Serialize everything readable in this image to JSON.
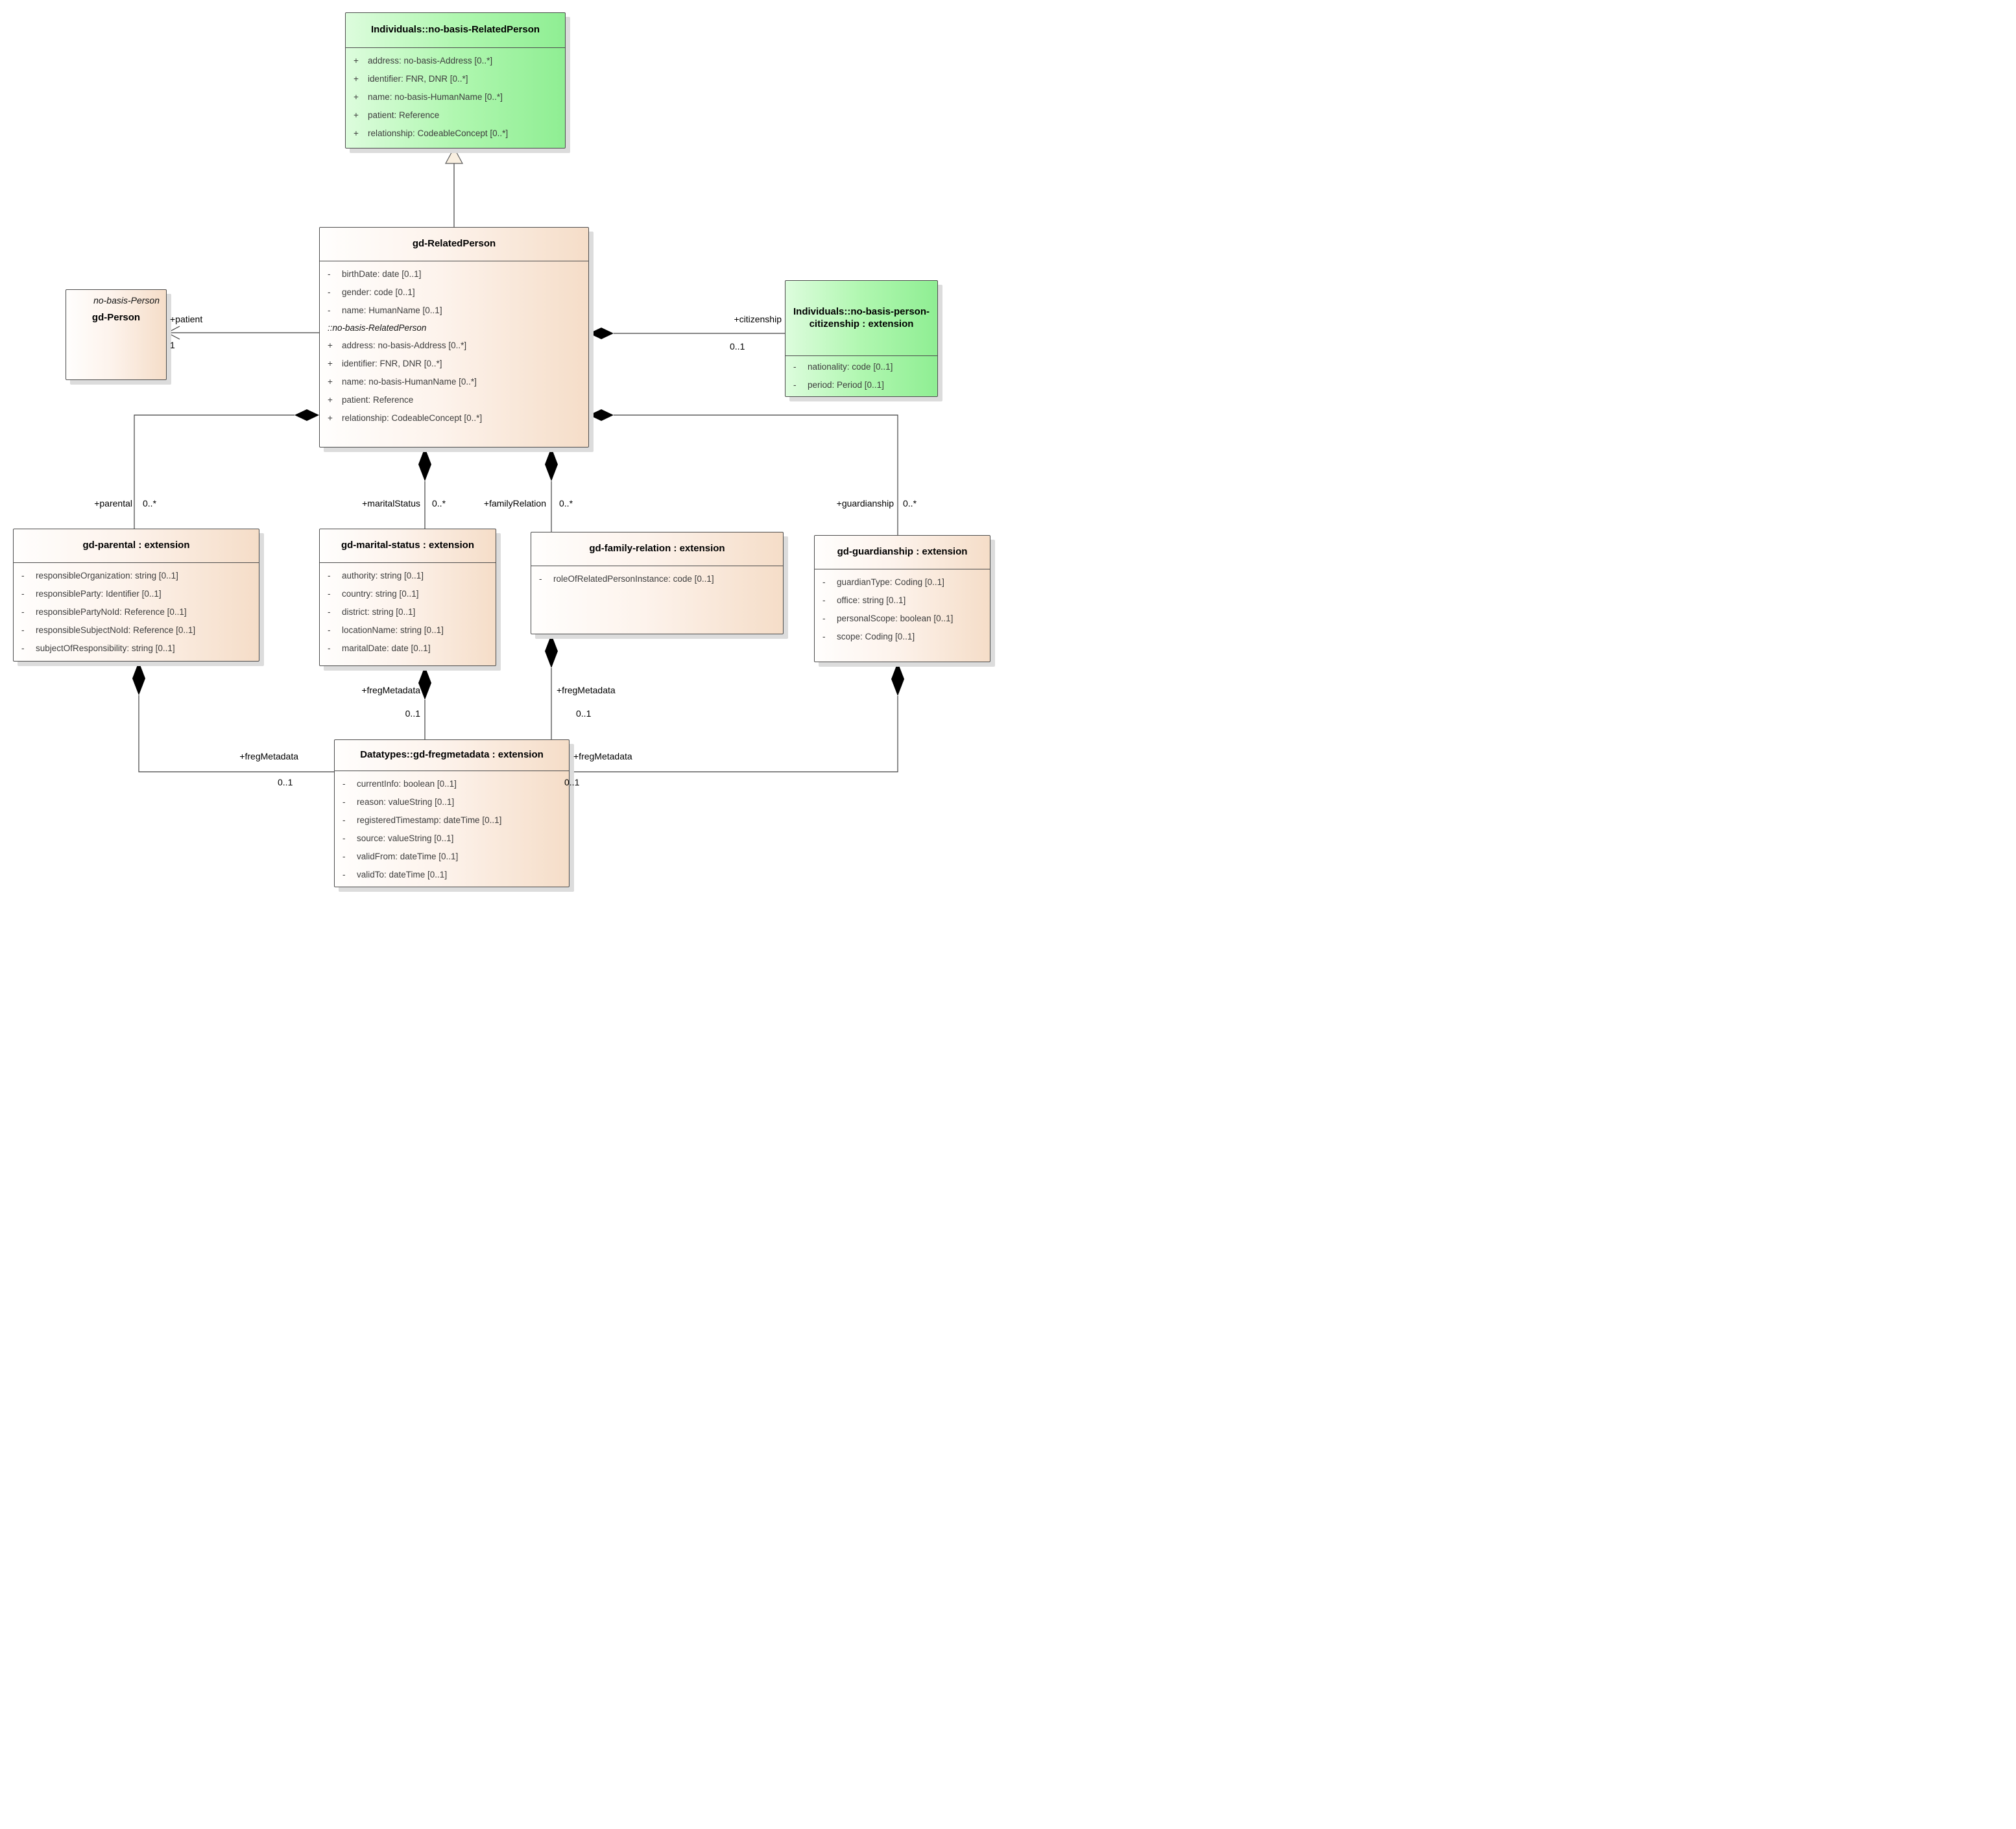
{
  "classes": {
    "noBasisRelatedPerson": {
      "title": "Individuals::no-basis-RelatedPerson",
      "attributes": [
        {
          "vis": "+",
          "text": "address: no-basis-Address [0..*]"
        },
        {
          "vis": "+",
          "text": "identifier: FNR, DNR [0..*]"
        },
        {
          "vis": "+",
          "text": "name: no-basis-HumanName [0..*]"
        },
        {
          "vis": "+",
          "text": "patient: Reference"
        },
        {
          "vis": "+",
          "text": "relationship: CodeableConcept [0..*]"
        }
      ]
    },
    "gdRelatedPerson": {
      "title": "gd-RelatedPerson",
      "attributes": [
        {
          "vis": "-",
          "text": "birthDate: date [0..1]"
        },
        {
          "vis": "-",
          "text": "gender: code [0..1]"
        },
        {
          "vis": "-",
          "text": "name: HumanName [0..1]"
        }
      ],
      "inherited_label": "::no-basis-RelatedPerson",
      "inherited": [
        {
          "vis": "+",
          "text": "address: no-basis-Address [0..*]"
        },
        {
          "vis": "+",
          "text": "identifier: FNR, DNR [0..*]"
        },
        {
          "vis": "+",
          "text": "name: no-basis-HumanName [0..*]"
        },
        {
          "vis": "+",
          "text": "patient: Reference"
        },
        {
          "vis": "+",
          "text": "relationship: CodeableConcept [0..*]"
        }
      ]
    },
    "gdPerson": {
      "parent": "no-basis-Person",
      "title": "gd-Person"
    },
    "citizenship": {
      "title": "Individuals::no-basis-person-citizenship : extension",
      "attributes": [
        {
          "vis": "-",
          "text": "nationality: code [0..1]"
        },
        {
          "vis": "-",
          "text": "period: Period [0..1]"
        }
      ]
    },
    "parental": {
      "title": "gd-parental : extension",
      "attributes": [
        {
          "vis": "-",
          "text": "responsibleOrganization: string [0..1]"
        },
        {
          "vis": "-",
          "text": "responsibleParty: Identifier [0..1]"
        },
        {
          "vis": "-",
          "text": "responsiblePartyNoId: Reference [0..1]"
        },
        {
          "vis": "-",
          "text": "responsibleSubjectNoId: Reference [0..1]"
        },
        {
          "vis": "-",
          "text": "subjectOfResponsibility: string [0..1]"
        }
      ]
    },
    "marital": {
      "title": "gd-marital-status : extension",
      "attributes": [
        {
          "vis": "-",
          "text": "authority: string [0..1]"
        },
        {
          "vis": "-",
          "text": "country: string [0..1]"
        },
        {
          "vis": "-",
          "text": "district: string [0..1]"
        },
        {
          "vis": "-",
          "text": "locationName: string [0..1]"
        },
        {
          "vis": "-",
          "text": "maritalDate: date [0..1]"
        }
      ]
    },
    "family": {
      "title": "gd-family-relation : extension",
      "attributes": [
        {
          "vis": "-",
          "text": "roleOfRelatedPersonInstance: code [0..1]"
        }
      ]
    },
    "guardianship": {
      "title": "gd-guardianship : extension",
      "attributes": [
        {
          "vis": "-",
          "text": "guardianType: Coding [0..1]"
        },
        {
          "vis": "-",
          "text": "office: string [0..1]"
        },
        {
          "vis": "-",
          "text": "personalScope: boolean [0..1]"
        },
        {
          "vis": "-",
          "text": "scope: Coding [0..1]"
        }
      ]
    },
    "freg": {
      "title": "Datatypes::gd-fregmetadata : extension",
      "attributes": [
        {
          "vis": "-",
          "text": "currentInfo: boolean [0..1]"
        },
        {
          "vis": "-",
          "text": "reason: valueString [0..1]"
        },
        {
          "vis": "-",
          "text": "registeredTimestamp: dateTime [0..1]"
        },
        {
          "vis": "-",
          "text": "source: valueString [0..1]"
        },
        {
          "vis": "-",
          "text": "validFrom: dateTime [0..1]"
        },
        {
          "vis": "-",
          "text": "validTo: dateTime [0..1]"
        }
      ]
    }
  },
  "labels": {
    "patient": {
      "role": "+patient",
      "mult": "1"
    },
    "citizenship": {
      "role": "+citizenship",
      "mult": "0..1"
    },
    "parental": {
      "role": "+parental",
      "mult": "0..*"
    },
    "maritalStatus": {
      "role": "+maritalStatus",
      "mult": "0..*"
    },
    "familyRelation": {
      "role": "+familyRelation",
      "mult": "0..*"
    },
    "guardianship": {
      "role": "+guardianship",
      "mult": "0..*"
    },
    "fregParental": {
      "role": "+fregMetadata",
      "mult": "0..1"
    },
    "fregMarital": {
      "role": "+fregMetadata",
      "mult": "0..1"
    },
    "fregFamily": {
      "role": "+fregMetadata",
      "mult": "0..1"
    },
    "fregGuardianship": {
      "role": "+fregMetadata",
      "mult": "0..1"
    }
  },
  "colors": {
    "peach_fill": "#f5ddc8",
    "green_fill": "#8fee93",
    "border": "#4d4d4d",
    "attribute_text": "#3d3d3d",
    "shadow": "#dcdcdc"
  }
}
